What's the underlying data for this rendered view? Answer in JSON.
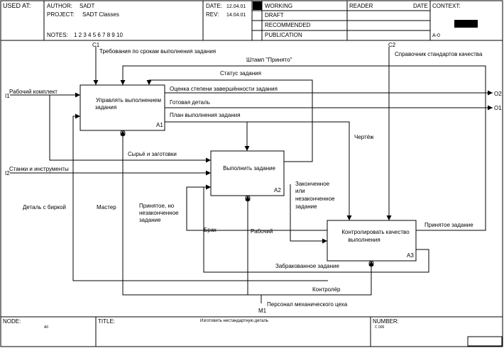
{
  "header": {
    "used_at_label": "USED AT:",
    "author_label": "AUTHOR:",
    "author": "SADT",
    "project_label": "PROJECT:",
    "project": "SADT Classes",
    "notes_label": "NOTES:",
    "notes": "1  2  3  4  5  6  7  8  9  10",
    "date_label": "DATE:",
    "date": "12.04.01",
    "rev_label": "REV:",
    "rev": "14.04.01",
    "status": [
      "WORKING",
      "DRAFT",
      "RECOMMENDED",
      "PUBLICATION"
    ],
    "reader_label": "READER",
    "reader_date_label": "DATE",
    "context_label": "CONTEXT:",
    "context_node": "A-0"
  },
  "boxes": [
    {
      "title": "Управлять выполнением задания",
      "node": "A1"
    },
    {
      "title": "Выполнить задание",
      "node": "A2"
    },
    {
      "title": "Контролировать качество выполнения",
      "node": "A3"
    }
  ],
  "tunnels": {
    "c1": "C1",
    "c2": "C2",
    "i1": "I1",
    "i2": "I2",
    "o1": "O1",
    "o2": "O2",
    "m1": "M1"
  },
  "arrows": {
    "c1": "Требования по срокам выполнения задания",
    "stamp": "Штамп \"Принято\"",
    "c2": "Справочник стандартов качества",
    "status": "Статус задания",
    "i1": "Рабочий комплект",
    "estimate": "Оценка степени завершённости задания",
    "ready": "Готовая деталь",
    "plan": "План выполнения задания",
    "drawing": "Чертёж",
    "blanks": "Сырьё и заготовки",
    "machines": "Станки и инструменты",
    "finished_or_not": [
      "Законченное",
      "или",
      "незаконченное",
      "задание"
    ],
    "part_with_tag": "Деталь с биркой",
    "master": "Мастер",
    "accepted_unfinished": [
      "Принятое, но",
      "незаконченное",
      "задание"
    ],
    "defect": "Брак",
    "worker": "Рабочий",
    "accepted": "Принятое задание",
    "rejected": "Забракованное задание",
    "controller": "Контролёр",
    "personnel": "Персонал механического цеха"
  },
  "footer": {
    "node_label": "NODE:",
    "node": "A0",
    "title_label": "TITLE:",
    "title": "Изготовить нестандартную деталь",
    "number_label": "NUMBER:",
    "number": "С 006"
  }
}
